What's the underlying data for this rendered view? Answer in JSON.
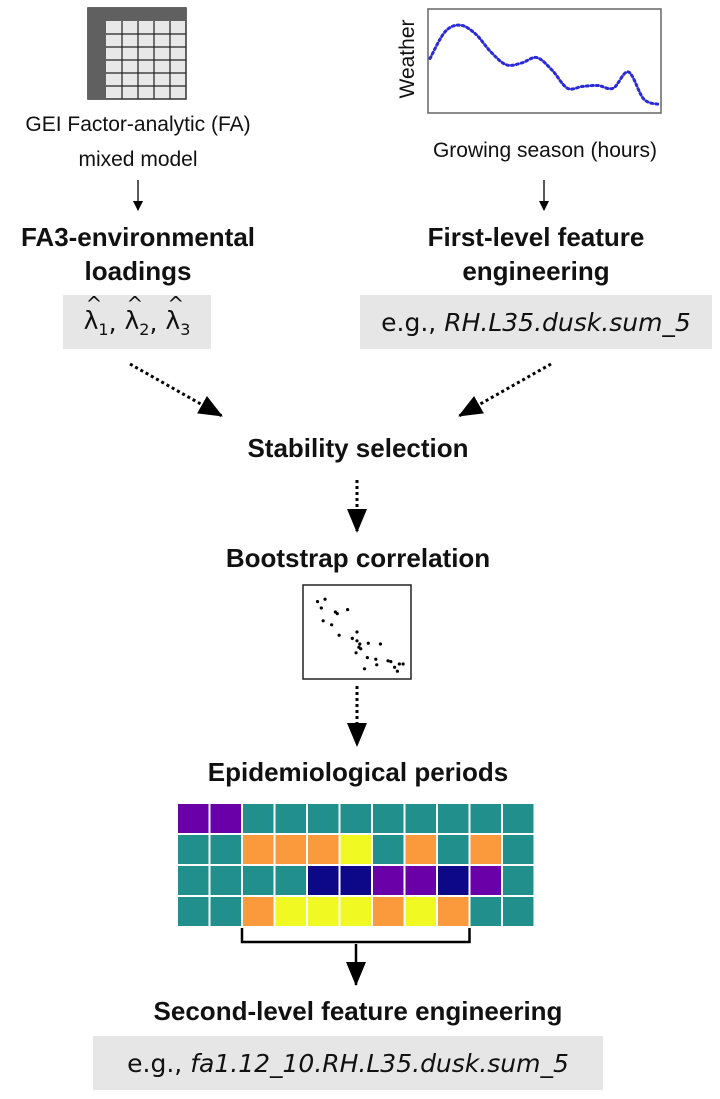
{
  "left_branch": {
    "source_label_line1": "GEI Factor-analytic (FA)",
    "source_label_line2": "mixed model",
    "title_line1": "FA3-environmental",
    "title_line2": "loadings",
    "example": {
      "symbol": "λ",
      "hat": "^",
      "subscripts": [
        "1",
        "2",
        "3"
      ],
      "separator": ","
    }
  },
  "right_branch": {
    "plot_ylabel": "Weather",
    "plot_xlabel": "Growing season (hours)",
    "title_line1": "First-level feature",
    "title_line2": "engineering",
    "example_prefix": "e.g.,",
    "example_value": "RH.L35.dusk.sum_5"
  },
  "steps": {
    "stability": "Stability selection",
    "bootstrap": "Bootstrap correlation",
    "periods": "Epidemiological periods",
    "second_level": "Second-level feature engineering",
    "second_example_prefix": "e.g.,",
    "second_example_value": "fa1.12_10.RH.L35.dusk.sum_5"
  },
  "colors": {
    "teal": "#21908d",
    "purple": "#6a00a8",
    "navy": "#0d0887",
    "orange": "#fb9a3c",
    "yellow": "#f0f921",
    "weather_line": "#2a2ad6",
    "box_bg": "#e6e6e6"
  },
  "heatmap": {
    "rows": [
      [
        "purple",
        "purple",
        "teal",
        "teal",
        "teal",
        "teal",
        "teal",
        "teal",
        "teal",
        "teal",
        "teal"
      ],
      [
        "teal",
        "teal",
        "orange",
        "orange",
        "orange",
        "yellow",
        "teal",
        "orange",
        "teal",
        "orange",
        "teal"
      ],
      [
        "teal",
        "teal",
        "teal",
        "teal",
        "navy",
        "navy",
        "purple",
        "purple",
        "navy",
        "purple",
        "teal"
      ],
      [
        "teal",
        "teal",
        "orange",
        "yellow",
        "yellow",
        "yellow",
        "orange",
        "yellow",
        "orange",
        "teal",
        "teal"
      ]
    ],
    "bracket_span": [
      2,
      8
    ]
  },
  "weather_curve": [
    0.55,
    0.85,
    0.92,
    0.82,
    0.62,
    0.48,
    0.5,
    0.56,
    0.42,
    0.22,
    0.24,
    0.25,
    0.22,
    0.4,
    0.1,
    0.04
  ],
  "scatter_points": [
    [
      0.08,
      0.88
    ],
    [
      0.16,
      0.91
    ],
    [
      0.12,
      0.8
    ],
    [
      0.27,
      0.75
    ],
    [
      0.29,
      0.73
    ],
    [
      0.14,
      0.64
    ],
    [
      0.23,
      0.59
    ],
    [
      0.4,
      0.78
    ],
    [
      0.31,
      0.46
    ],
    [
      0.45,
      0.42
    ],
    [
      0.5,
      0.5
    ],
    [
      0.5,
      0.39
    ],
    [
      0.53,
      0.35
    ],
    [
      0.54,
      0.29
    ],
    [
      0.49,
      0.24
    ],
    [
      0.62,
      0.36
    ],
    [
      0.61,
      0.18
    ],
    [
      0.7,
      0.16
    ],
    [
      0.75,
      0.35
    ],
    [
      0.71,
      0.09
    ],
    [
      0.83,
      0.14
    ],
    [
      0.86,
      0.13
    ],
    [
      0.9,
      0.06
    ],
    [
      0.95,
      0.1
    ],
    [
      0.99,
      0.1
    ],
    [
      0.52,
      0.31
    ],
    [
      0.58,
      0.04
    ],
    [
      0.93,
      0.01
    ]
  ]
}
